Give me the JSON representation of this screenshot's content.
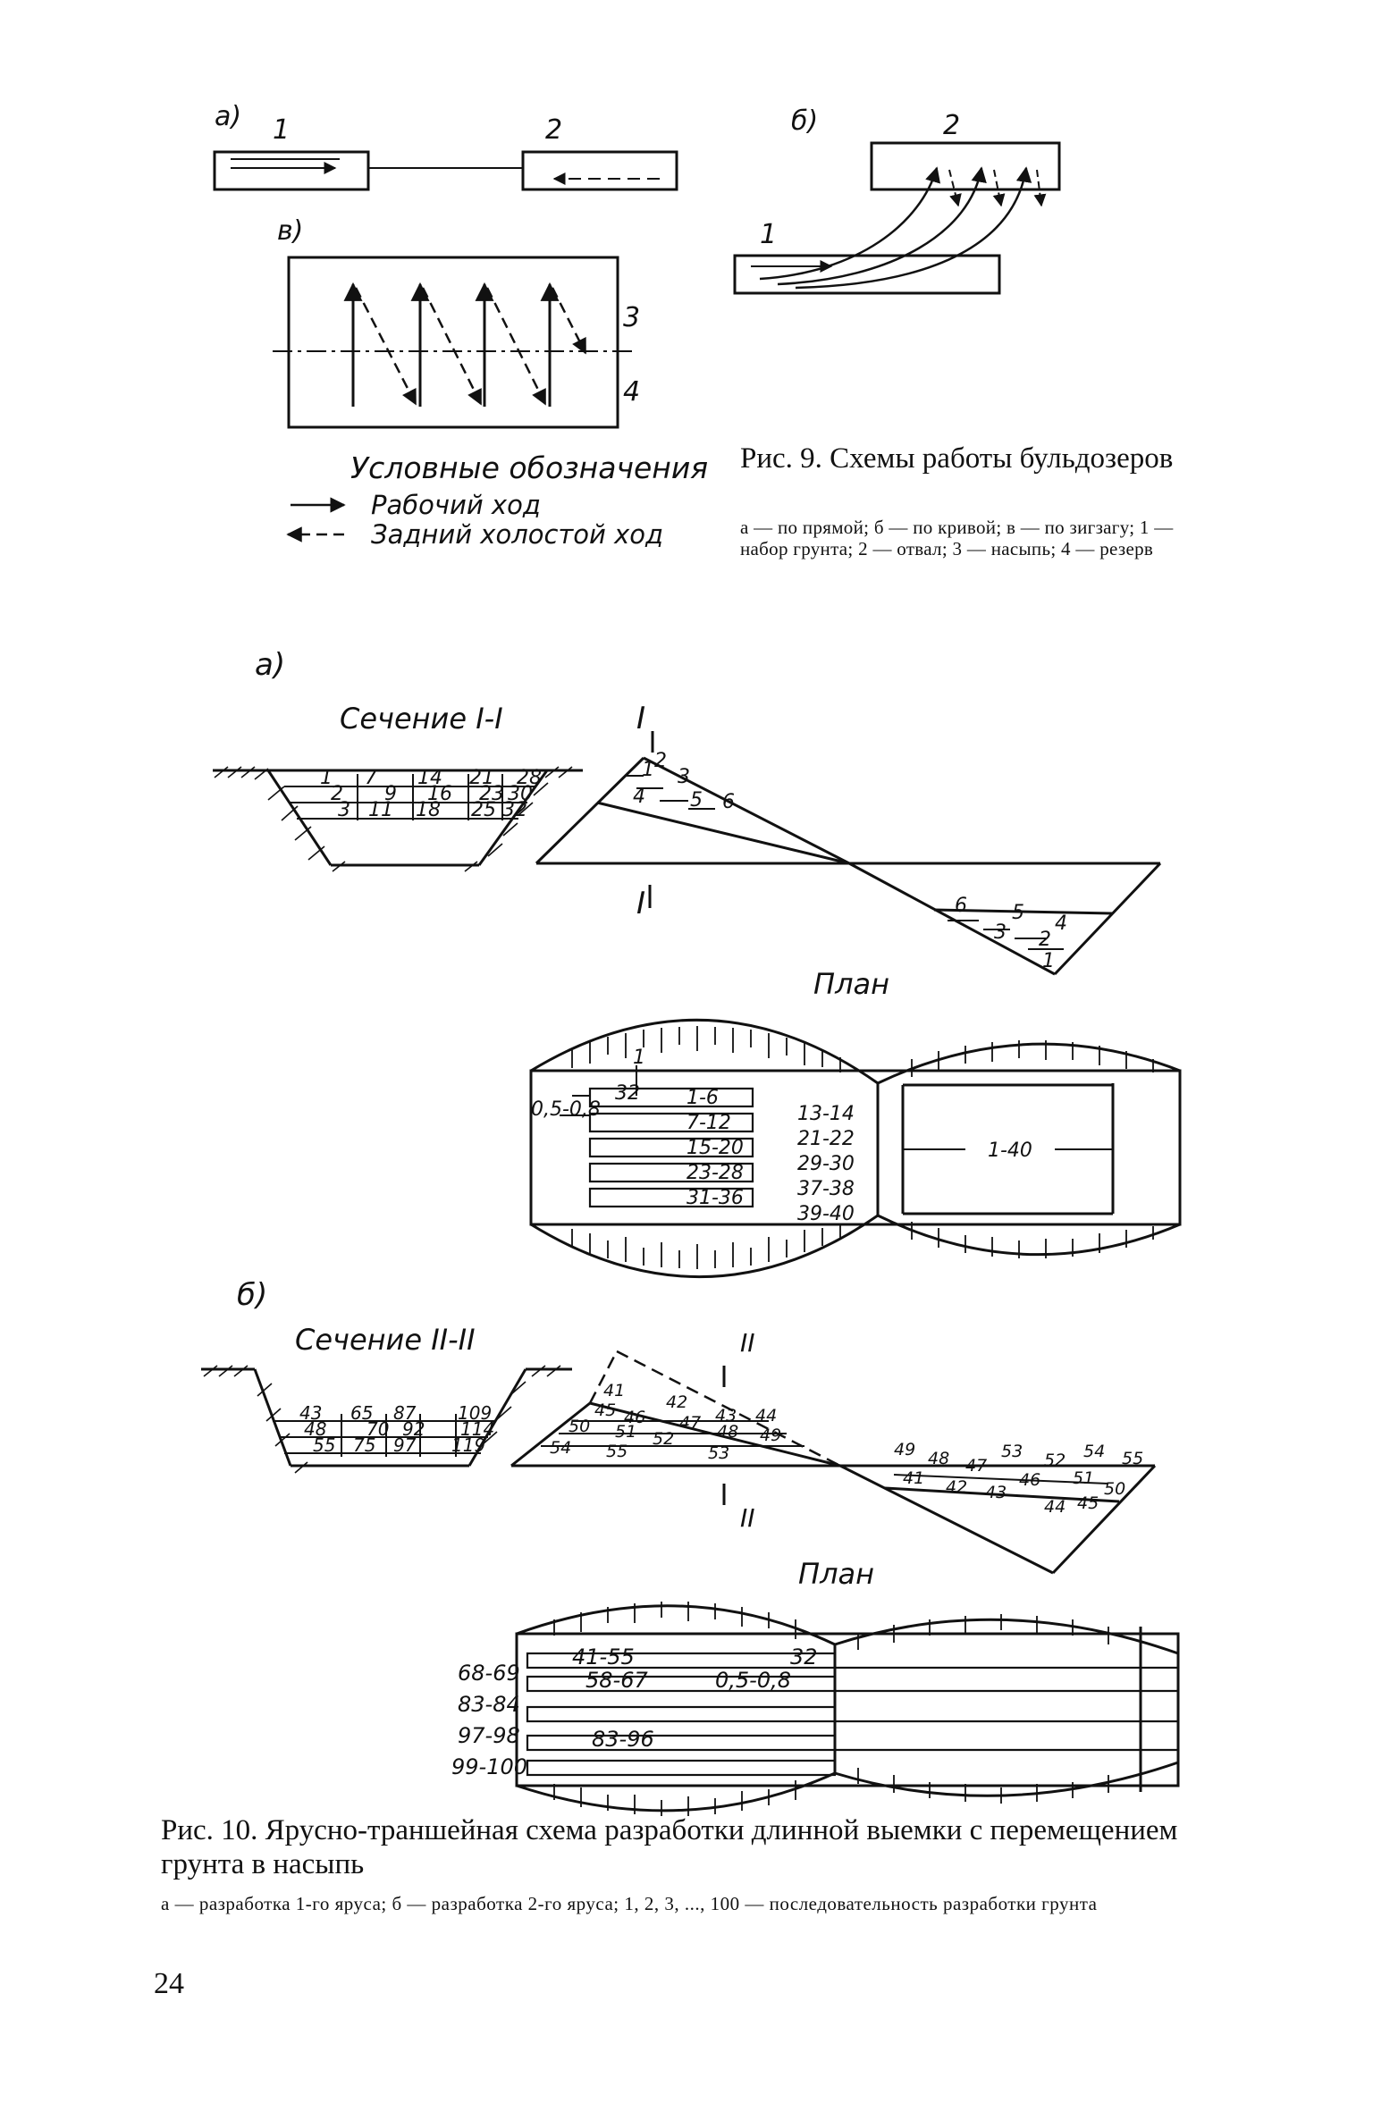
{
  "fig9": {
    "a": {
      "panel": "а)",
      "n1": "1",
      "n2": "2"
    },
    "b": {
      "panel": "б)",
      "n1": "1",
      "n2": "2"
    },
    "v": {
      "panel": "в)",
      "n3": "3",
      "n4": "4"
    },
    "legend": {
      "title": "Условные обозначения",
      "forward": "Рабочий ход",
      "reverse": "Задний холостой ход"
    },
    "caption": {
      "title": "Рис. 9. Схемы работы бульдозеров",
      "notes": "а — по прямой; б — по кривой; в — по зигзагу; 1 — набор грунта; 2 — отвал; 3 — насыпь; 4 — резерв"
    }
  },
  "fig10": {
    "a": {
      "panel": "а)",
      "section_title": "Сечение I-I",
      "section_labels": [
        "1",
        "2",
        "3",
        "7",
        "9",
        "11",
        "14",
        "16",
        "18",
        "21",
        "23",
        "25",
        "28",
        "30",
        "32"
      ],
      "profile_labels_left": [
        "1",
        "2",
        "3",
        "4",
        "5",
        "6"
      ],
      "profile_labels_right": [
        "6",
        "5",
        "4",
        "3",
        "2",
        "1"
      ],
      "cut_top": "I",
      "cut_bottom": "I",
      "plan_title": "План",
      "plan_left_label": "0,5-0,8",
      "plan_bars": [
        "1-6",
        "7-12",
        "15-20",
        "23-28",
        "31-36"
      ],
      "plan_small": [
        "1",
        "32"
      ],
      "plan_right_labels": [
        "13-14",
        "21-22",
        "29-30",
        "37-38",
        "39-40"
      ],
      "plan_right_bar": "1-40"
    },
    "b": {
      "panel": "б)",
      "section_title": "Сечение II-II",
      "section_labels": [
        "43",
        "48",
        "55",
        "65",
        "70",
        "75",
        "87",
        "92",
        "97",
        "109",
        "114",
        "119"
      ],
      "profile_labels_left": [
        "41",
        "42",
        "43",
        "44",
        "45",
        "46",
        "47",
        "48",
        "49",
        "50",
        "51",
        "52",
        "53",
        "54",
        "55"
      ],
      "profile_labels_right": [
        "49",
        "48",
        "47",
        "53",
        "52",
        "54",
        "55",
        "51",
        "50",
        "46",
        "45",
        "44",
        "43",
        "42",
        "41"
      ],
      "cut_top": "II",
      "cut_bottom": "II",
      "plan_title": "План",
      "plan_left_labels": [
        "68-69",
        "83-84",
        "97-98",
        "99-100"
      ],
      "plan_bars": [
        "41-55",
        "58-67",
        "83-96"
      ],
      "plan_small": [
        "32",
        "0,5-0,8"
      ]
    },
    "caption": {
      "title": "Рис. 10. Ярусно-траншейная схема разработки длинной выемки с перемещением грунта в насыпь",
      "notes": "а — разработка 1-го яруса; б — разработка 2-го яруса; 1, 2, 3, ..., 100 — последовательность разработки грунта"
    }
  },
  "page_number": "24"
}
